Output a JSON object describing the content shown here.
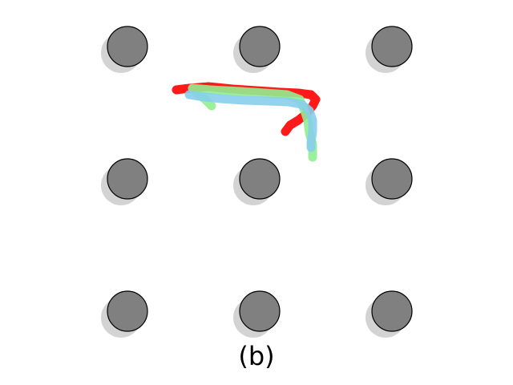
{
  "caption": "(b)",
  "colors": {
    "node_fill": "#808080",
    "node_stroke": "#000000",
    "node_shadow": "#d3d3d3",
    "red": "#ff0000",
    "green": "#90ee90",
    "blue": "#87ceeb"
  },
  "trajectories": [
    {
      "color": "red",
      "points": [
        [
          220,
          112
        ],
        [
          236,
          110
        ],
        [
          260,
          108
        ],
        [
          290,
          111
        ],
        [
          320,
          113
        ],
        [
          350,
          115
        ],
        [
          372,
          116
        ],
        [
          388,
          118
        ],
        [
          394,
          124
        ],
        [
          390,
          132
        ],
        [
          382,
          142
        ],
        [
          372,
          150
        ],
        [
          362,
          156
        ],
        [
          356,
          164
        ]
      ]
    },
    {
      "color": "green",
      "points": [
        [
          264,
          132
        ],
        [
          256,
          124
        ],
        [
          246,
          116
        ],
        [
          240,
          110
        ],
        [
          262,
          112
        ],
        [
          300,
          114
        ],
        [
          330,
          116
        ],
        [
          358,
          118
        ],
        [
          374,
          124
        ],
        [
          380,
          138
        ],
        [
          384,
          150
        ],
        [
          386,
          166
        ],
        [
          390,
          180
        ],
        [
          390,
          196
        ]
      ]
    },
    {
      "color": "blue",
      "points": [
        [
          236,
          118
        ],
        [
          248,
          120
        ],
        [
          275,
          123
        ],
        [
          305,
          125
        ],
        [
          335,
          126
        ],
        [
          360,
          127
        ],
        [
          376,
          130
        ],
        [
          386,
          138
        ],
        [
          390,
          150
        ],
        [
          390,
          164
        ],
        [
          388,
          178
        ],
        [
          388,
          184
        ]
      ]
    }
  ]
}
